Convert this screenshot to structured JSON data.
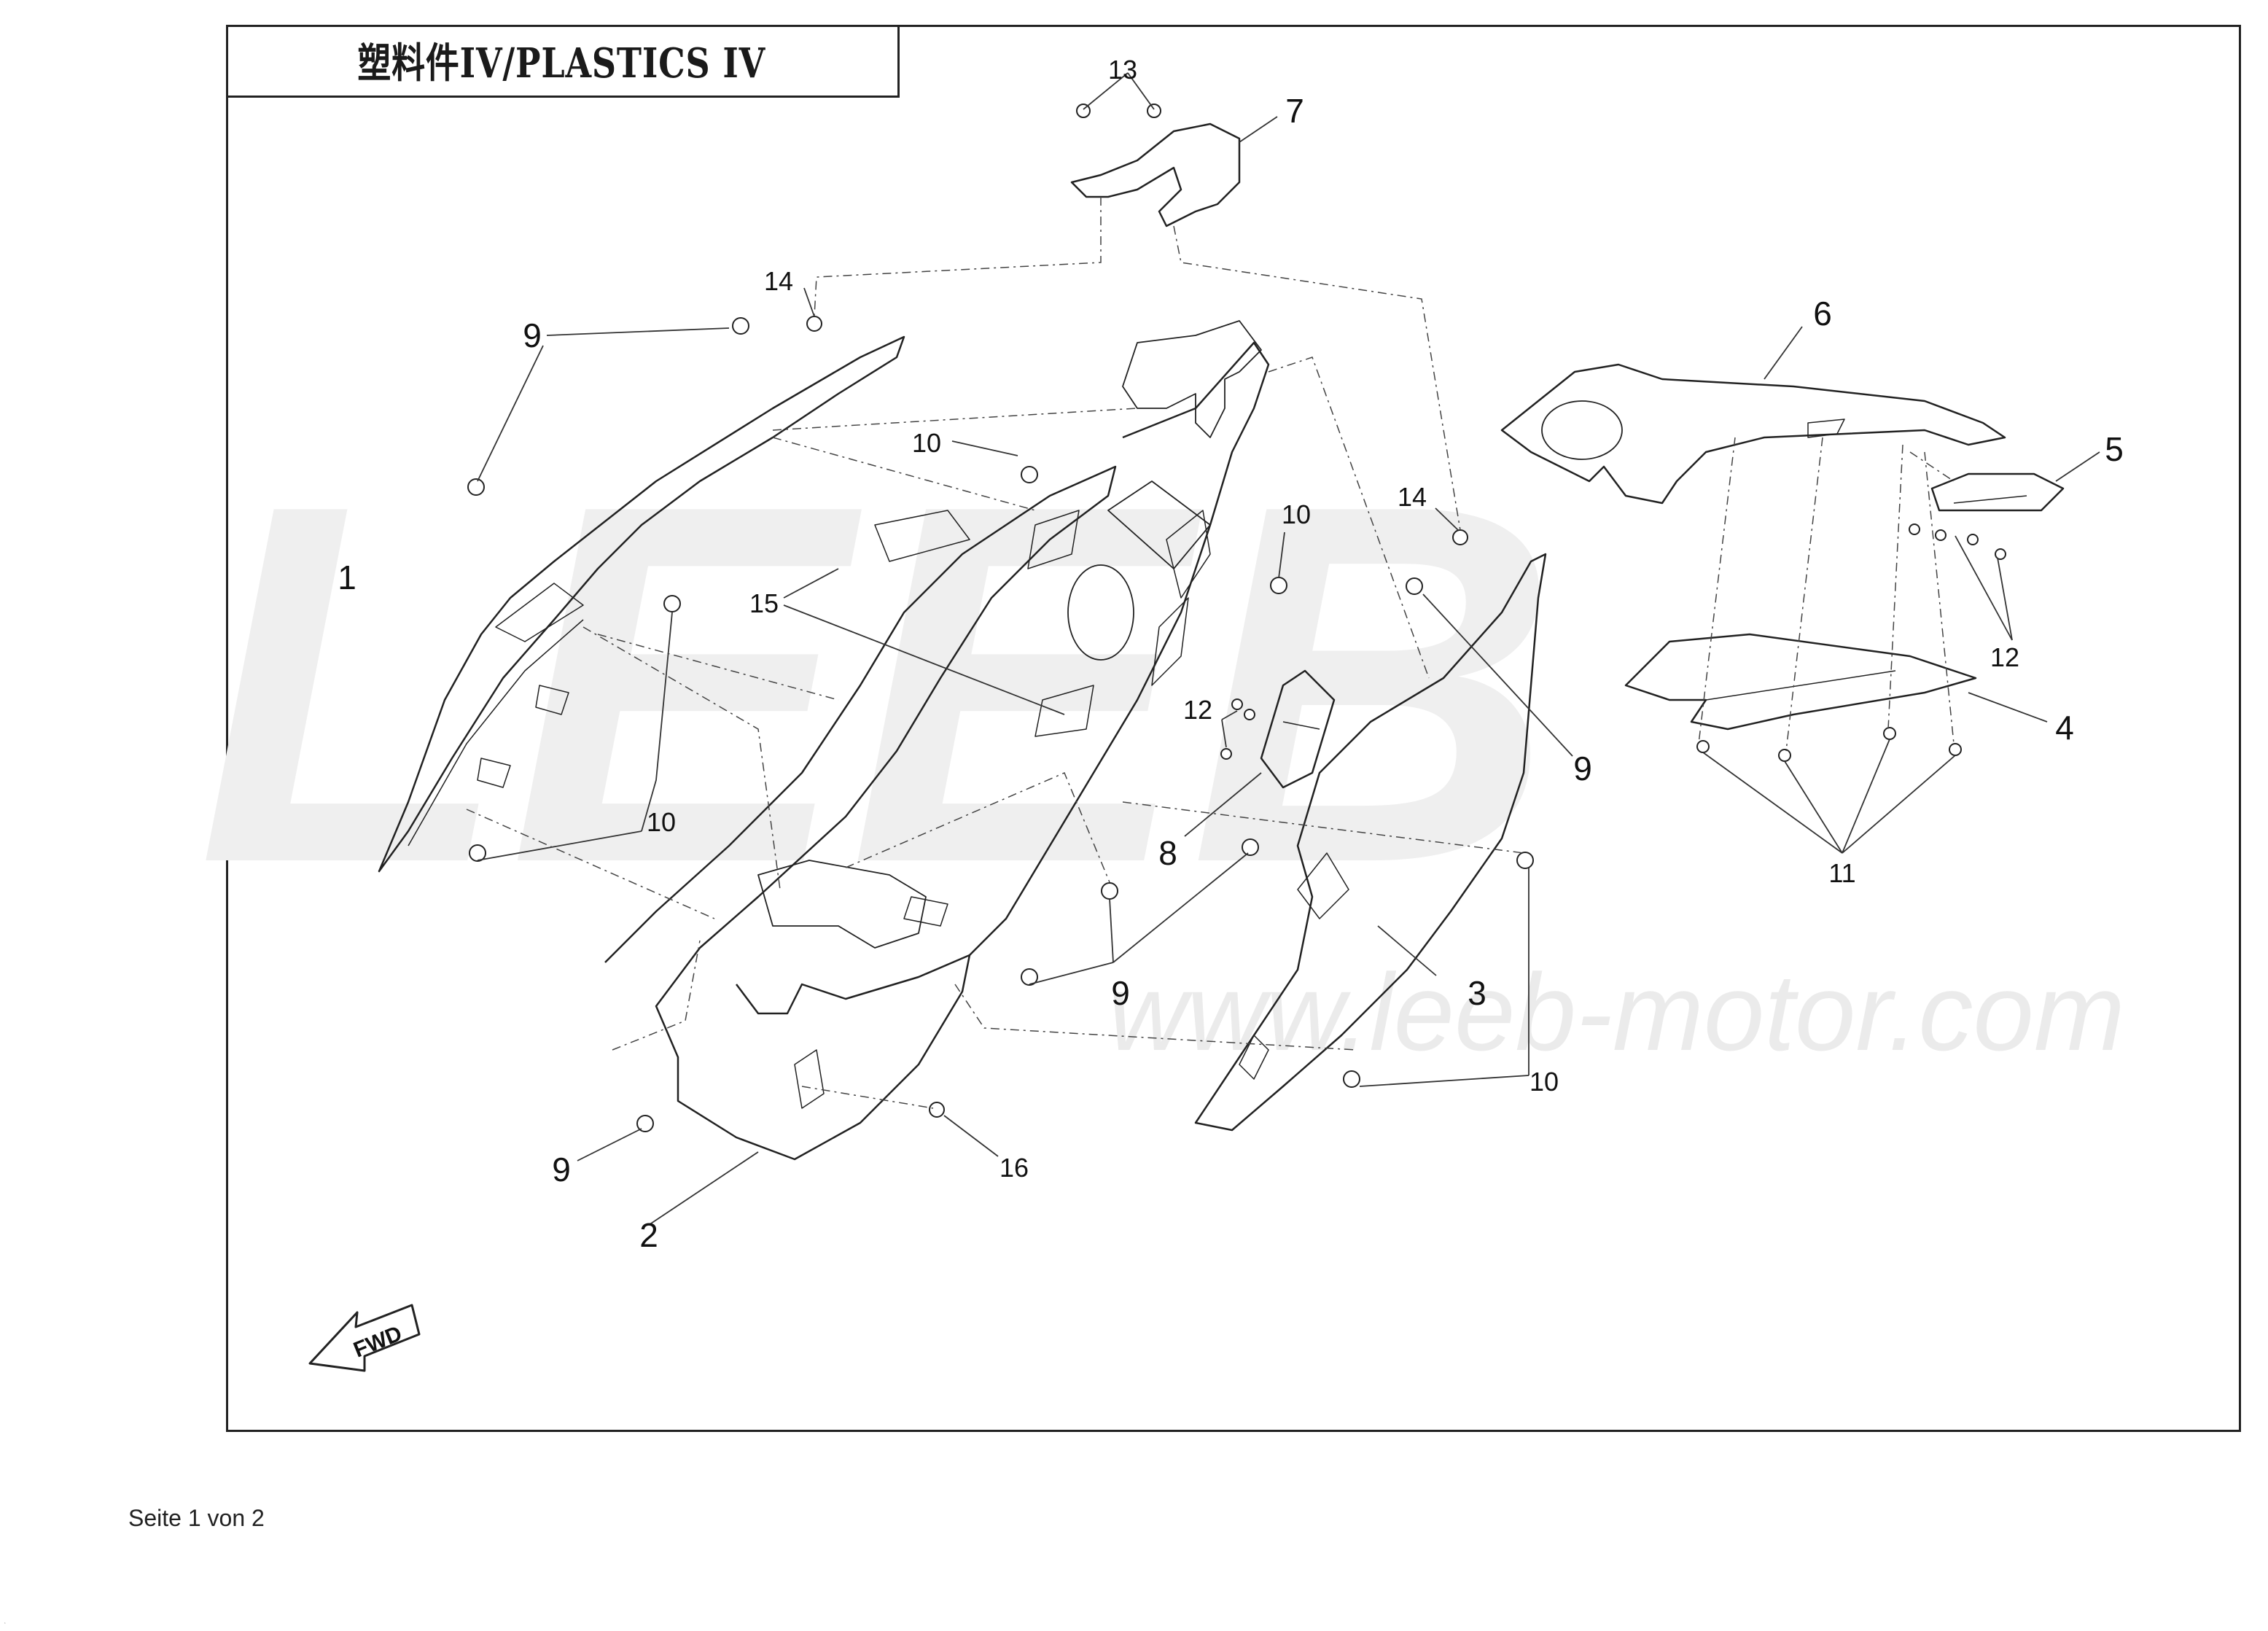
{
  "title": "塑料件IV/PLASTICS IV",
  "watermark": {
    "logo": "LEEB",
    "url": "www.leeb-motor.com"
  },
  "fwd_label": "FWD",
  "callouts": [
    "1",
    "2",
    "3",
    "4",
    "5",
    "6",
    "7",
    "8",
    "9",
    "9",
    "9",
    "9",
    "9",
    "10",
    "10",
    "10",
    "10",
    "10",
    "11",
    "12",
    "12",
    "13",
    "14",
    "14",
    "15",
    "16"
  ],
  "footer": "Seite 1 von 2",
  "corner_mark": "‘",
  "colors": {
    "line": "#222222",
    "watermark": "#efefef"
  }
}
